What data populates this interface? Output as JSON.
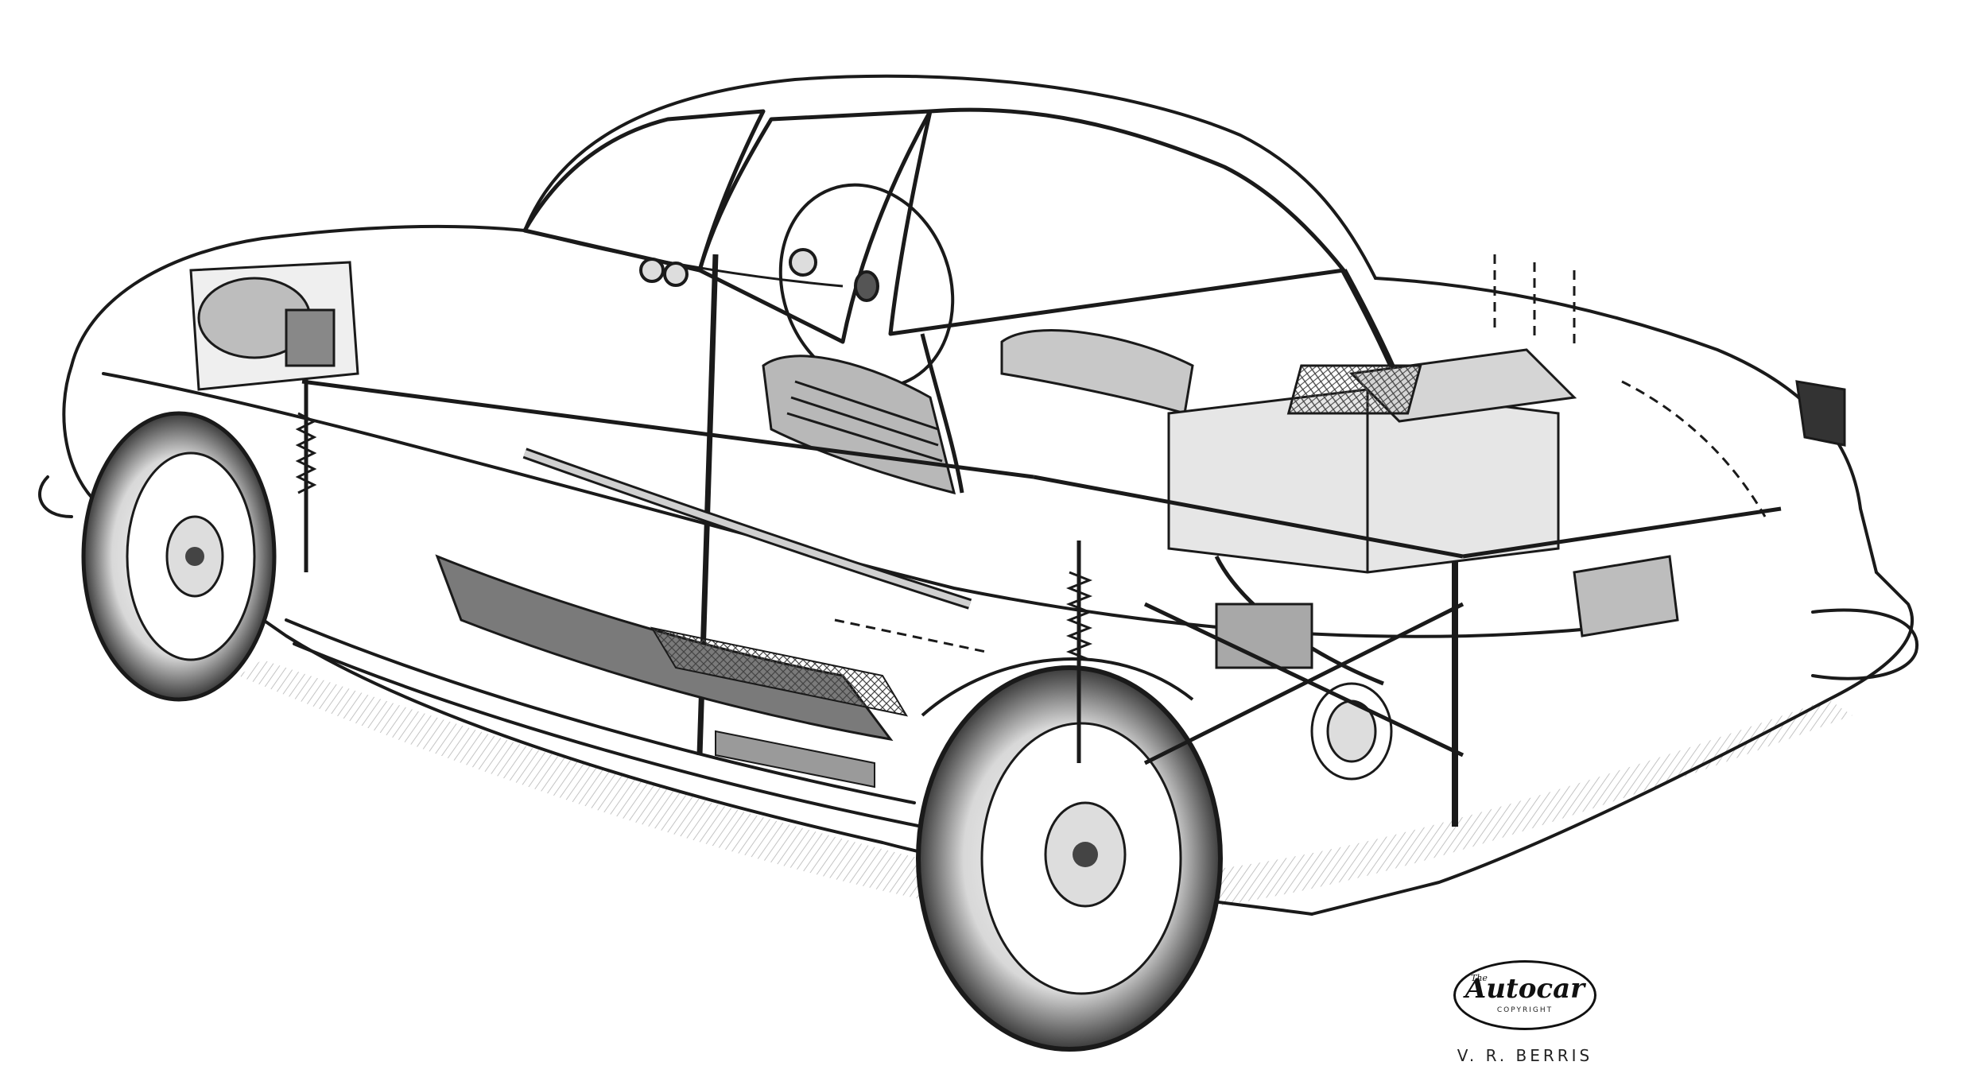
{
  "illustration": {
    "subject": "car-cutaway-drawing",
    "stroke_color": "#1a1a1a",
    "shade_color": "#9a9a9a",
    "paper_color": "#ffffff"
  },
  "logo": {
    "the": "The",
    "name": "Autocar",
    "sub": "COPYRIGHT"
  },
  "artist": {
    "signature": "V. R. BERRIS"
  }
}
